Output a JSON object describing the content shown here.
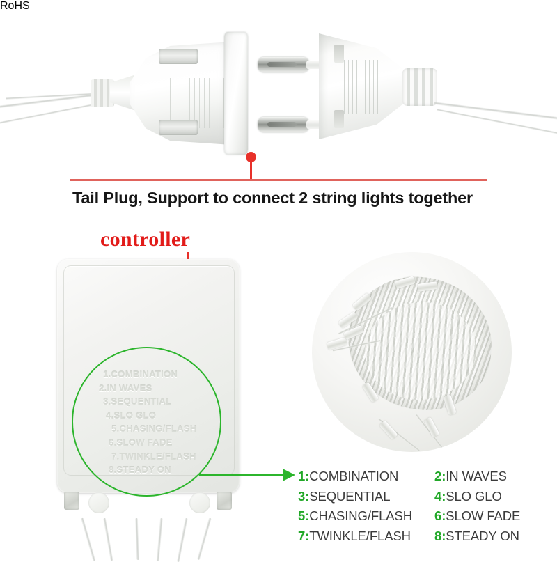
{
  "page": {
    "background_color": "#ffffff",
    "accent_red": "#e8312a",
    "accent_green": "#2cb52c",
    "caption_color": "#161616"
  },
  "top_section": {
    "caption": "Tail Plug, Support to connect 2 string lights together",
    "callout_dot_name": "tail-plug-marker",
    "left_part_name": "tail-plug-socket",
    "right_part_name": "male-power-plug"
  },
  "controller_section": {
    "label": "controller",
    "button_name": "mode-button",
    "embossed_modes": [
      "1.COMBINATION",
      "2.IN WAVES",
      "3.SEQUENTIAL",
      "4.SLO GLO",
      "5.CHASING/FLASH",
      "6.SLOW FADE",
      "7.TWINKLE/FLASH",
      "8.STEADY ON"
    ],
    "embossed_logo": "RoHS"
  },
  "modes": [
    {
      "num": "1:",
      "label": "COMBINATION"
    },
    {
      "num": "2:",
      "label": "IN WAVES"
    },
    {
      "num": "3:",
      "label": "SEQUENTIAL"
    },
    {
      "num": "4:",
      "label": "SLO GLO"
    },
    {
      "num": "5:",
      "label": "CHASING/FLASH"
    },
    {
      "num": "6:",
      "label": "SLOW FADE"
    },
    {
      "num": "7:",
      "label": "TWINKLE/FLASH"
    },
    {
      "num": "8:",
      "label": "STEADY ON"
    }
  ],
  "inset_photo": {
    "name": "coiled-string-lights-photo"
  }
}
